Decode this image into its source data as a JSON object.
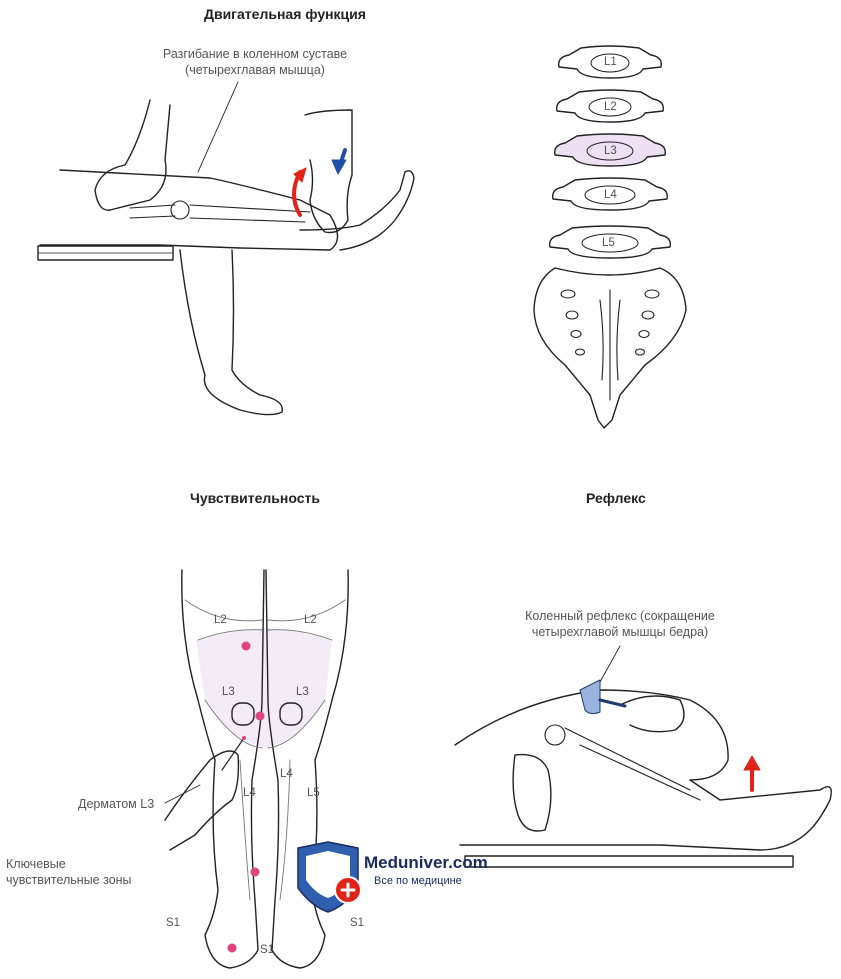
{
  "titles": {
    "motor": "Двигательная функция",
    "sensory": "Чувствительность",
    "reflex": "Рефлекс"
  },
  "captions": {
    "motor_line1": "Разгибание в коленном суставе",
    "motor_line2": "(четырехглавая мышца)",
    "reflex_line1": "Коленный рефлекс (сокращение",
    "reflex_line2": "четырехглавой мышцы бедра)",
    "dermatome": "Дерматом L3",
    "key_zones_line1": "Ключевые",
    "key_zones_line2": "чувствительные зоны"
  },
  "spine_labels": [
    "L1",
    "L2",
    "L3",
    "L4",
    "L5"
  ],
  "dermatome_labels": {
    "left_l2": "L2",
    "right_l2": "L2",
    "left_l3": "L3",
    "right_l3": "L3",
    "left_l4": "L4",
    "right_l4": "L4",
    "right_l5": "L5",
    "left_s1": "S1",
    "right_s1": "S1",
    "center_s1": "S1"
  },
  "watermark": {
    "site": "Meduniver.com",
    "tagline": "Все по медицине"
  },
  "colors": {
    "highlight_vertebra": "#eee0f3",
    "dermatome_l3": "#f3ecf7",
    "key_point": "#e0457b",
    "arrow_red": "#e2231a",
    "arrow_blue": "#1f4fa8"
  }
}
